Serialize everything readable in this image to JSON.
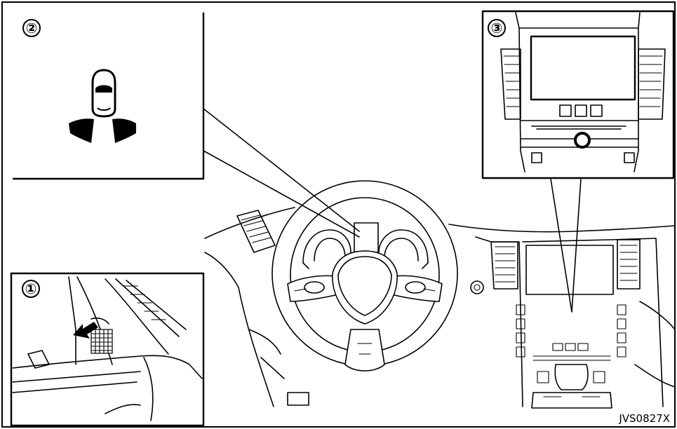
{
  "figure": {
    "code": "JVS0827X",
    "callouts": [
      {
        "id": "callout-1",
        "label": "①"
      },
      {
        "id": "callout-2",
        "label": "②"
      },
      {
        "id": "callout-3",
        "label": "③"
      }
    ]
  }
}
